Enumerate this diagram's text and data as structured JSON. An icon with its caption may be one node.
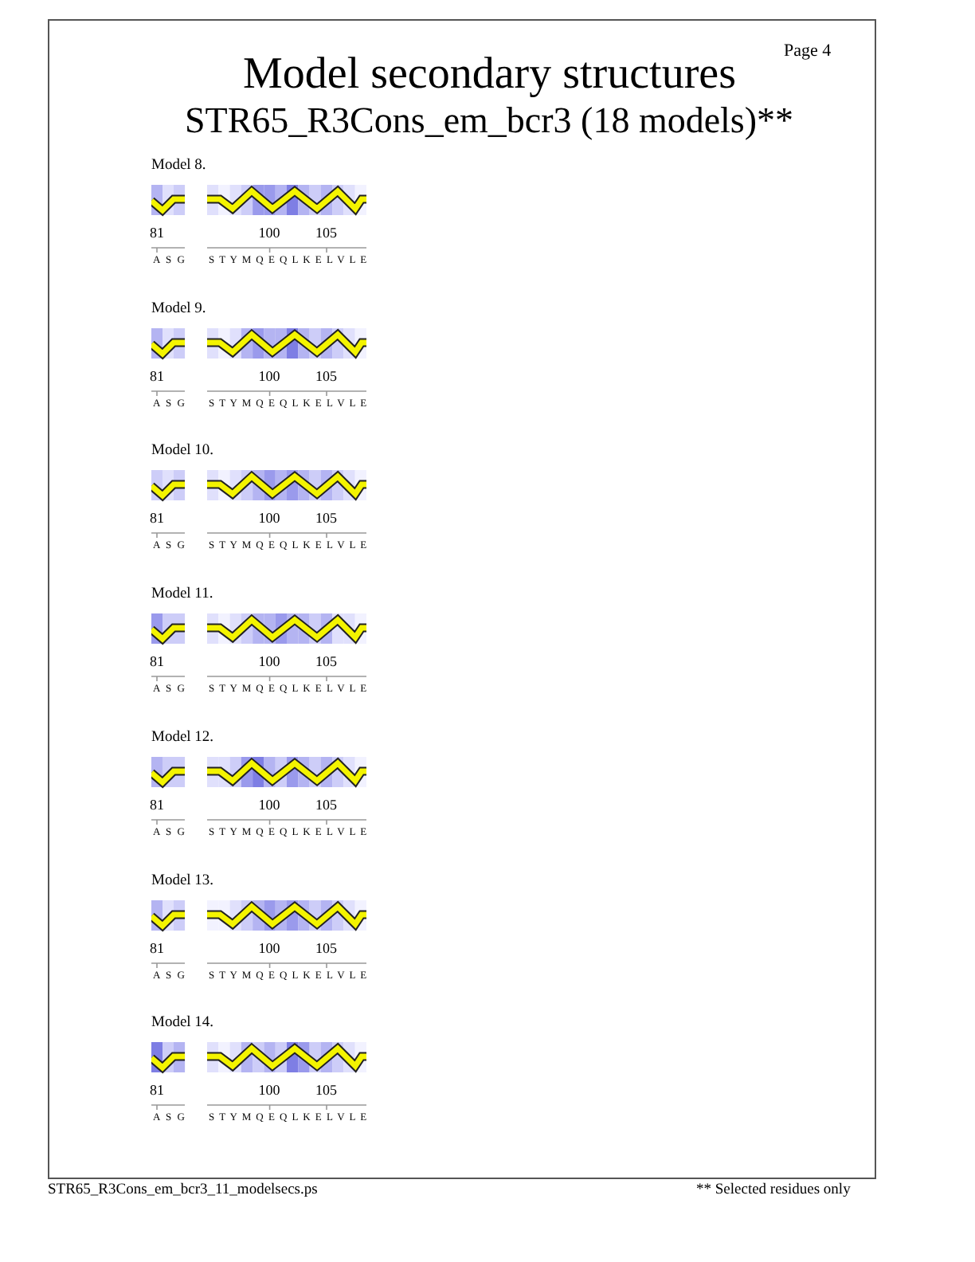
{
  "diagram": {
    "title": "Model secondary structures",
    "labels": [
      "Page 4",
      "STR65_R3Cons_em_bcr3 (18 models)**",
      "Model 8.",
      "81",
      "100",
      "105",
      "A S G",
      "S T Y M Q E Q L K E L V L E",
      "Model 9.",
      "81",
      "100",
      "105",
      "A S G",
      "S T Y M Q E Q L K E L V L E",
      "Model 10.",
      "81",
      "100",
      "105",
      "A S G",
      "S T Y M Q E Q L K E L V L E",
      "Model 11.",
      "81",
      "100",
      "105",
      "A S G",
      "S T Y M Q E Q L K E L V L E",
      "Model 12.",
      "81",
      "100",
      "105",
      "A S G",
      "S T Y M Q E Q L K E L V L E",
      "Model 13.",
      "81",
      "100",
      "105",
      "A S G",
      "S T Y M Q E Q L K E L V L E",
      "Model 14.",
      "81",
      "100",
      "105",
      "A S G",
      "S T Y M Q E Q L K E L V L E",
      "STR65_R3Cons_em_bcr3_11_modelsecs.ps",
      "** Selected residues only"
    ]
  }
}
